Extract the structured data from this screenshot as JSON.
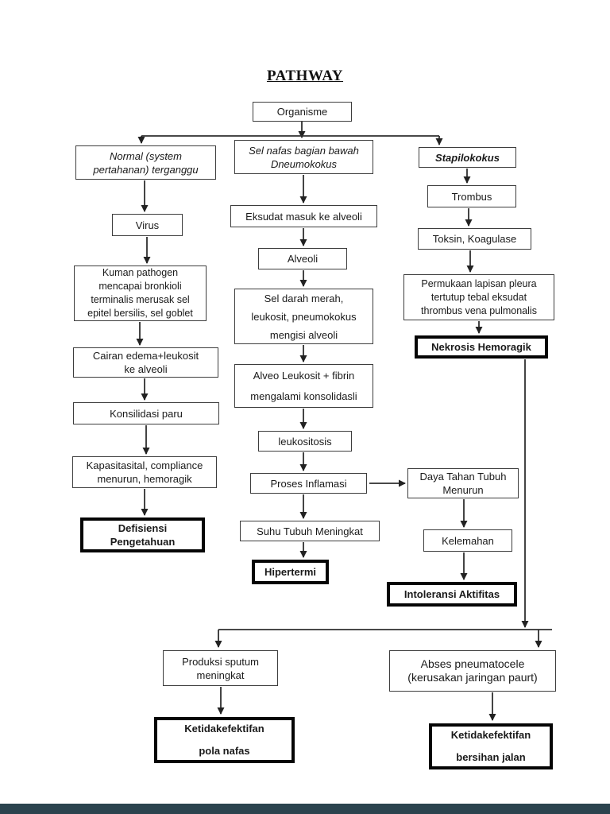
{
  "page": {
    "title": "PATHWAY"
  },
  "diagram": {
    "nodes": {
      "organisme": "Organisme",
      "normal": "Normal (system\npertahanan) terganggu",
      "selnafas": "Sel nafas bagian bawah\nDneumokokus",
      "stapilokokus": "Stapilokokus",
      "virus": "Virus",
      "trombus": "Trombus",
      "eksudat": "Eksudat masuk ke alveoli",
      "alveoli": "Alveoli",
      "toksin": "Toksin, Koagulase",
      "kuman": "Kuman pathogen\nmencapai bronkioli\nterminalis merusak sel\nepitel bersilis, sel goblet",
      "seldarah": "Sel darah merah,\nleukosit, pneumokokus\nmengisi alveoli",
      "permukaan": "Permukaan lapisan pleura\ntertutup tebal eksudat\nthrombus vena pulmonalis",
      "nekrosis": "Nekrosis Hemoragik",
      "cairan": "Cairan edema+leukosit\nke alveoli",
      "alveo": "Alveo Leukosit + fibrin\nmengalami konsolidasli",
      "konsilidasi": "Konsilidasi paru",
      "leukositosis": "leukositosis",
      "kapasitasital": "Kapasitasital, compliance\nmenurun, hemoragik",
      "proses": "Proses Inflamasi",
      "daya": "Daya Tahan Tubuh\nMenurun",
      "defisiensi": "Defisiensi\nPengetahuan",
      "suhu": "Suhu Tubuh Meningkat",
      "kelemahan": "Kelemahan",
      "hipertermi": "Hipertermi",
      "intoleransi": "Intoleransi Aktifitas",
      "produksi": "Produksi sputum\nmeningkat",
      "abses": "Abses pneumatocele\n(kerusakan jaringan paurt)",
      "ketidakpola": "Ketidakefektifan\npola nafas",
      "ketidakbersihan": "Ketidakefektifan\nbersihan jalan"
    }
  },
  "colors": {
    "line": "#2f2f2f",
    "box_border": "#3d3d3d",
    "emphasis_border": "#050505",
    "viewer_bar": "#2b434e",
    "page_bg": "#ffffff"
  }
}
